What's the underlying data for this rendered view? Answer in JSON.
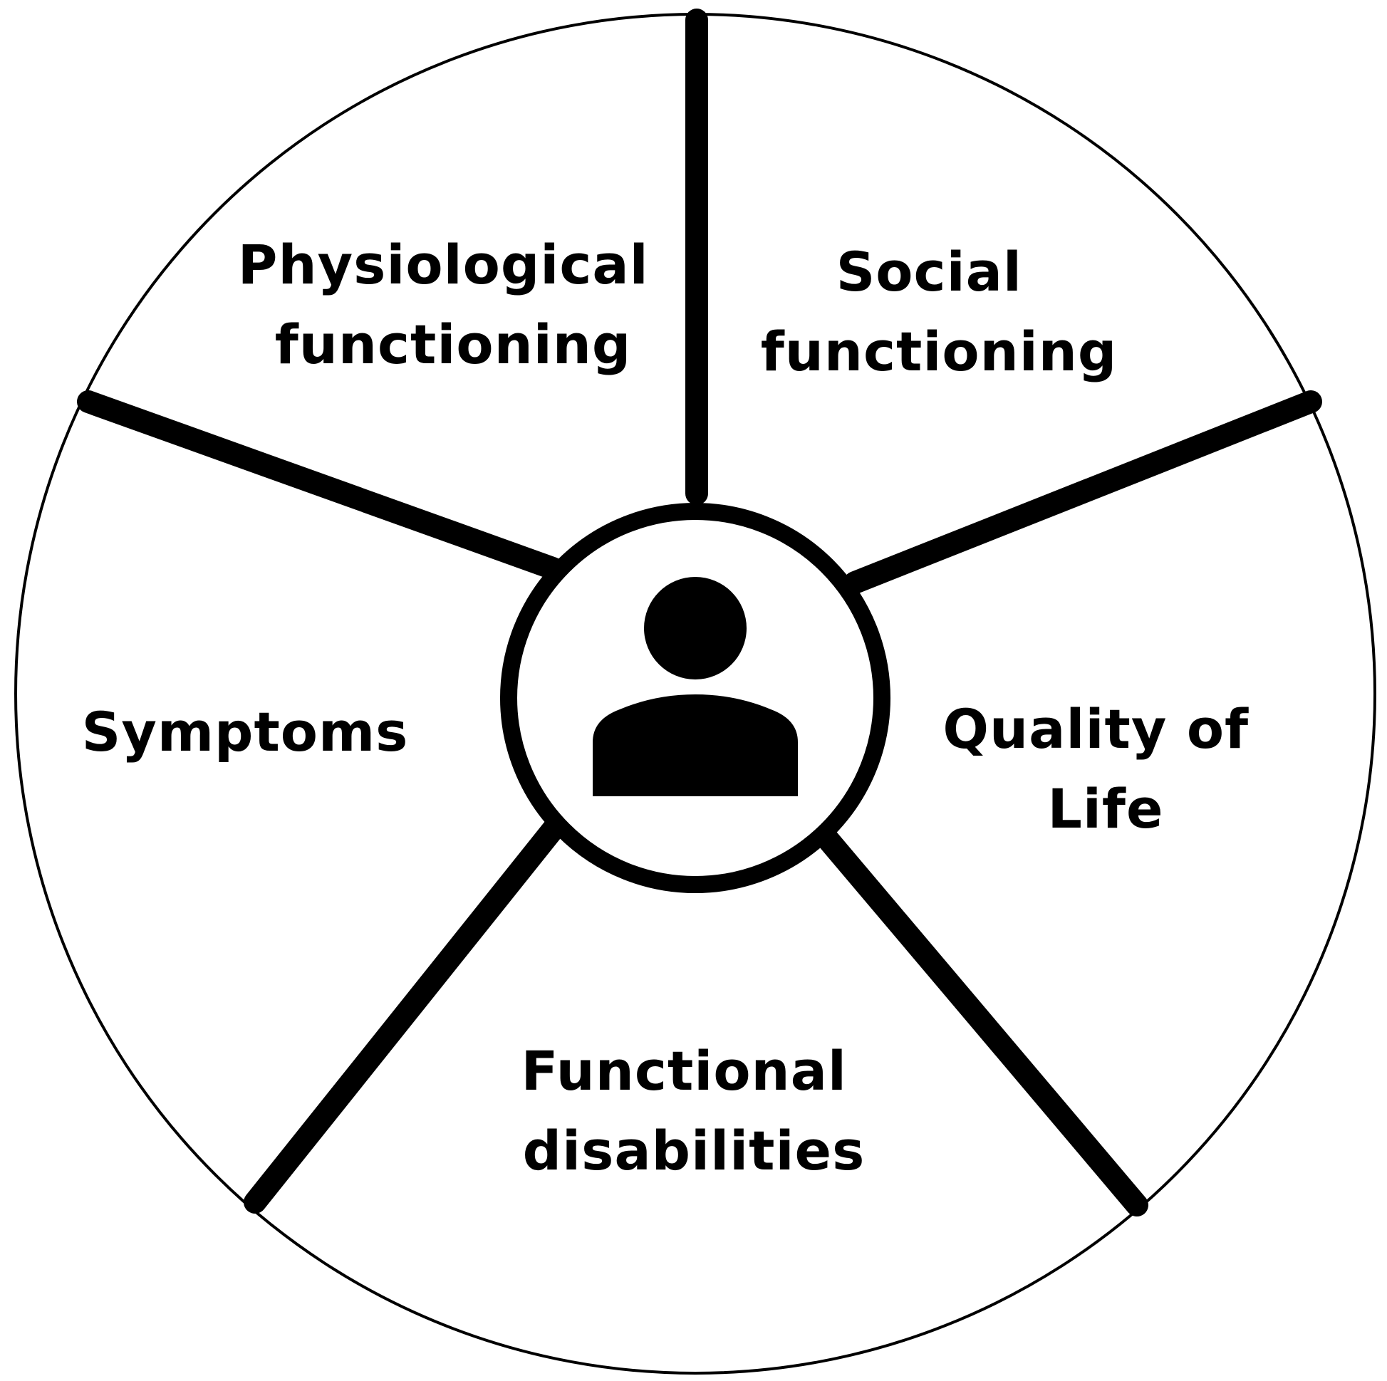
{
  "diagram": {
    "segments": [
      {
        "id": "physiological",
        "lines": [
          "Physiological",
          "functioning"
        ]
      },
      {
        "id": "social",
        "lines": [
          "Social",
          "functioning"
        ]
      },
      {
        "id": "quality",
        "lines": [
          "Quality of",
          "Life"
        ]
      },
      {
        "id": "functional",
        "lines": [
          "Functional",
          "disabilities"
        ]
      },
      {
        "id": "symptoms",
        "lines": [
          "Symptoms"
        ]
      }
    ],
    "center_icon": "person-icon",
    "colors": {
      "stroke": "#000000",
      "background": "#ffffff"
    }
  }
}
